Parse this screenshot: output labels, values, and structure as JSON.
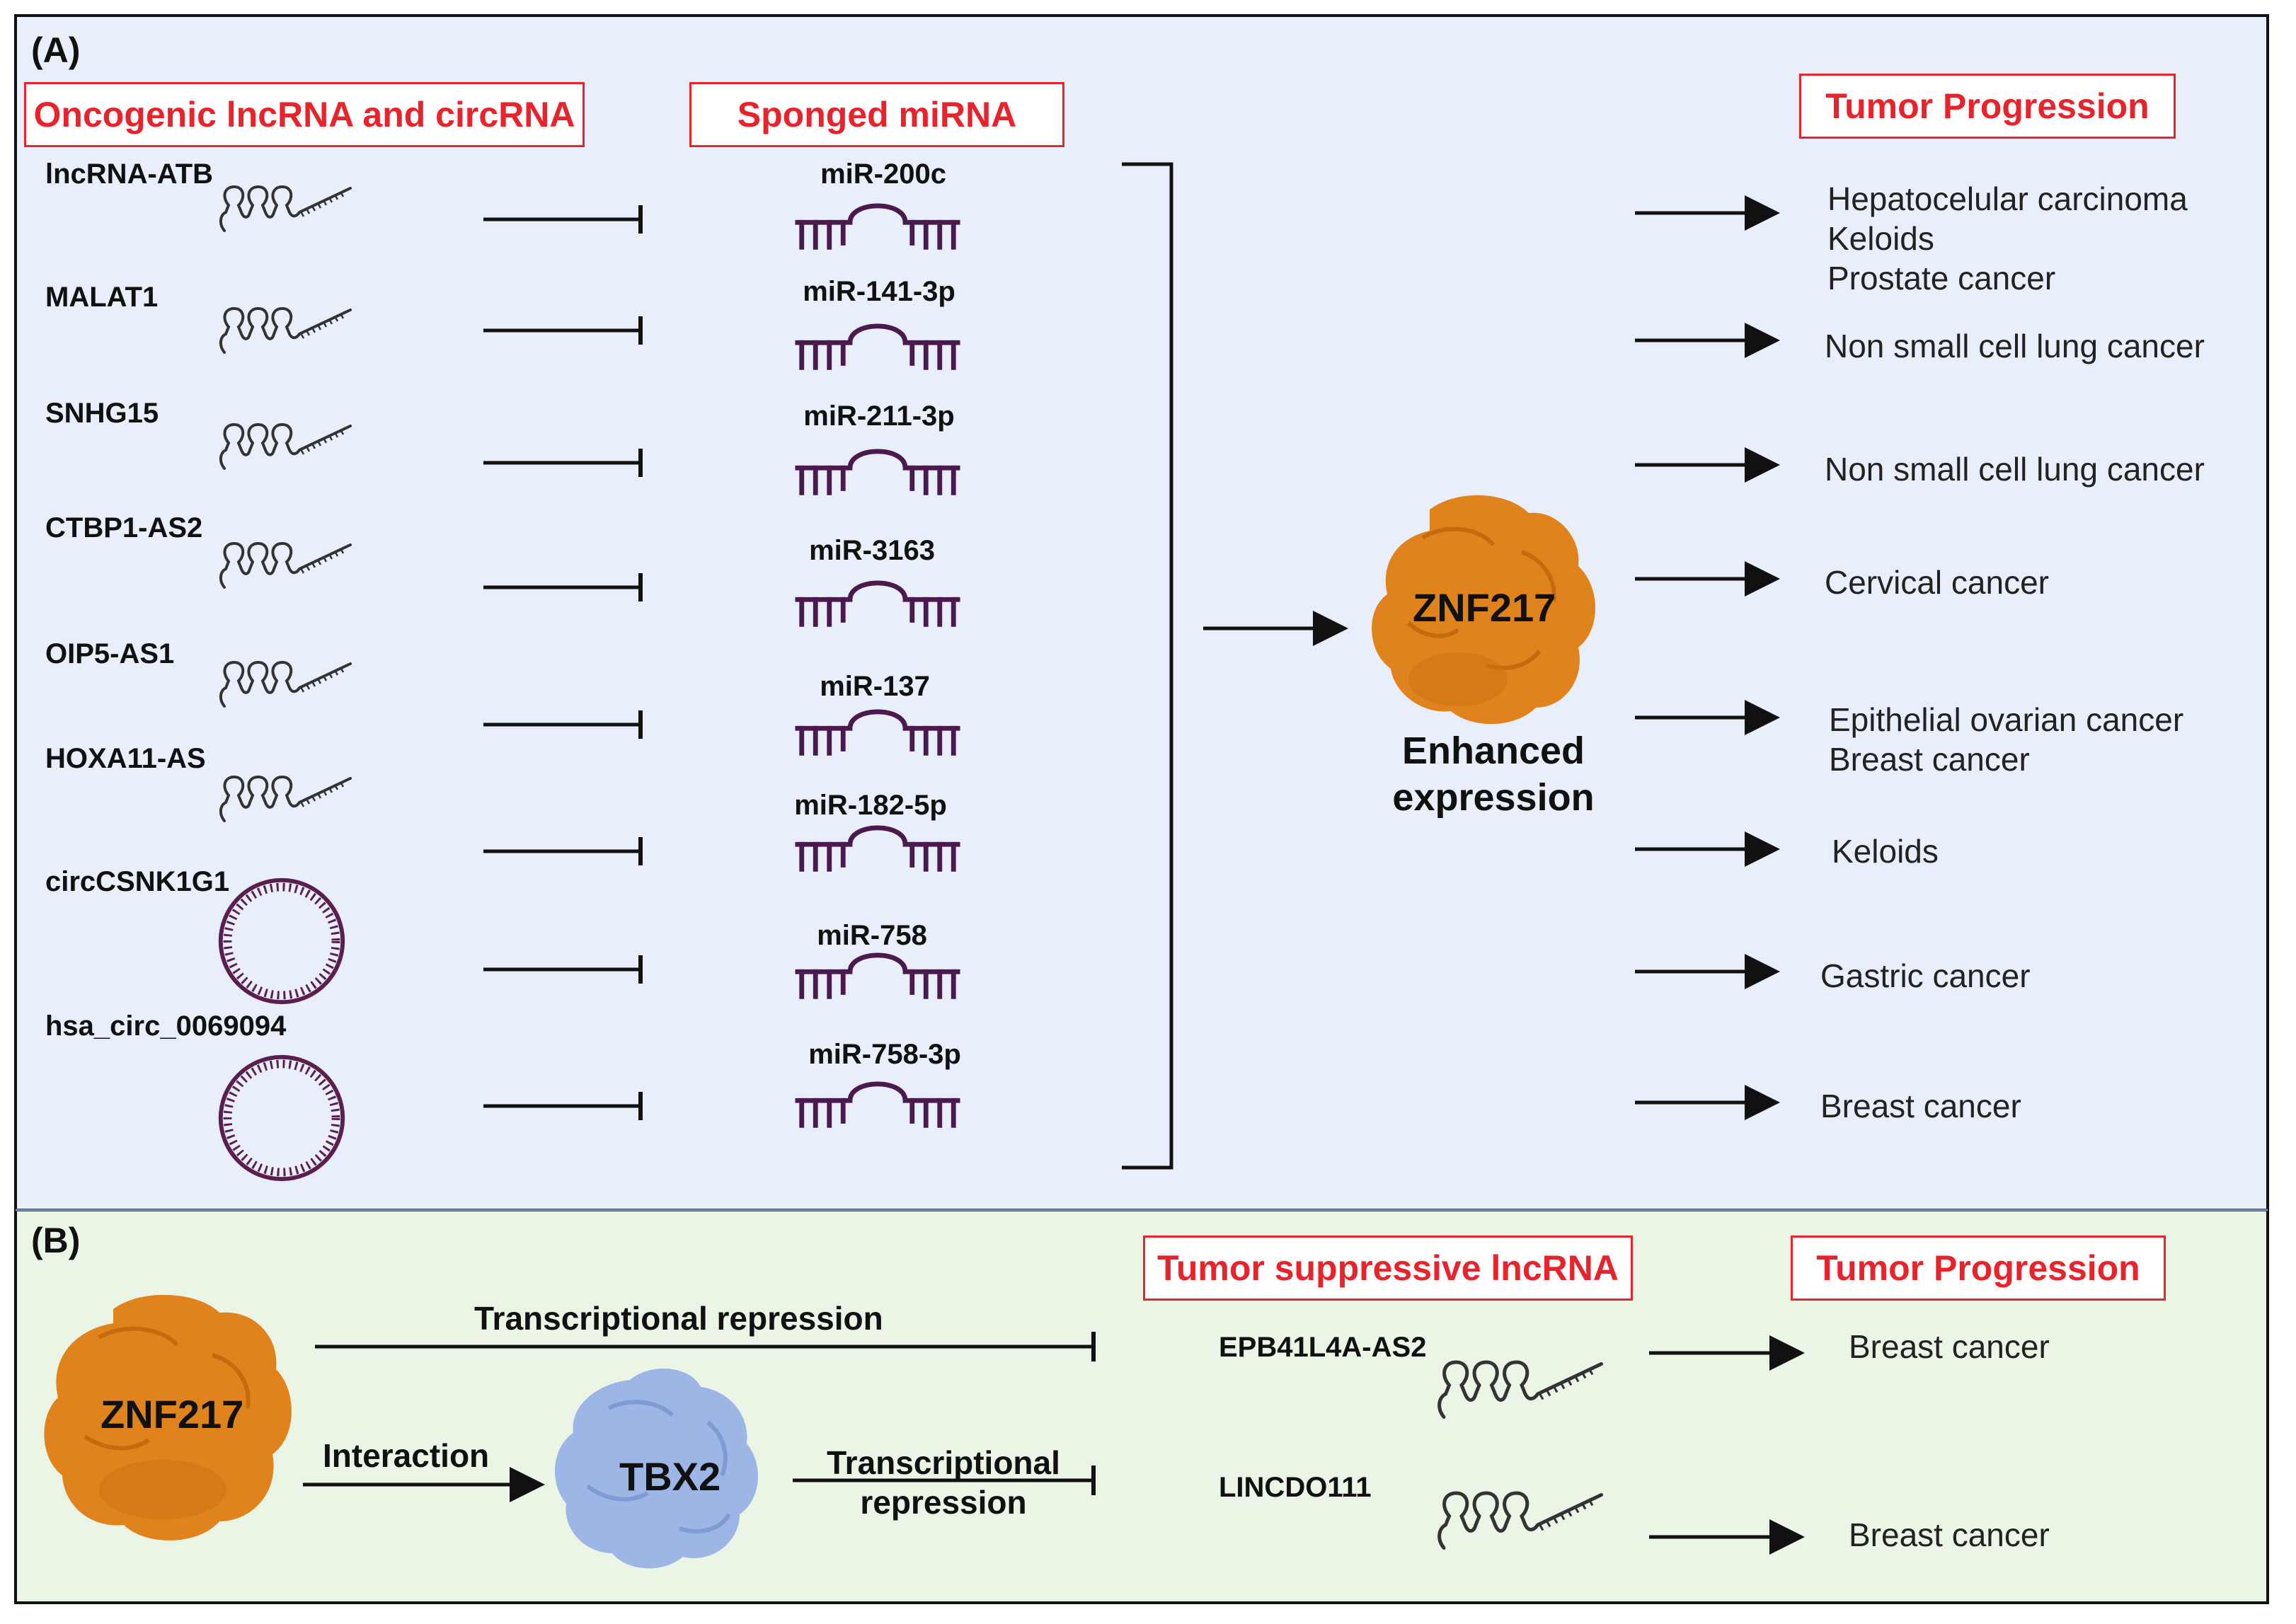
{
  "panel_a": {
    "label": "(A)",
    "header_lncrna": "Oncogenic lncRNA and circRNA",
    "header_mirna": "Sponged miRNA",
    "header_progression": "Tumor Progression",
    "rnas": [
      {
        "name": "lncRNA-ATB",
        "type": "lncRNA"
      },
      {
        "name": "MALAT1",
        "type": "lncRNA"
      },
      {
        "name": "SNHG15",
        "type": "lncRNA"
      },
      {
        "name": "CTBP1-AS2",
        "type": "lncRNA"
      },
      {
        "name": "OIP5-AS1",
        "type": "lncRNA"
      },
      {
        "name": "HOXA11-AS",
        "type": "lncRNA"
      },
      {
        "name": "circCSNK1G1",
        "type": "circRNA"
      },
      {
        "name": "hsa_circ_0069094",
        "type": "circRNA"
      }
    ],
    "mirnas": [
      "miR-200c",
      "miR-141-3p",
      "miR-211-3p",
      "miR-3163",
      "miR-137",
      "miR-182-5p",
      "miR-758",
      "miR-758-3p"
    ],
    "target": "ZNF217",
    "target_note_line1": "Enhanced",
    "target_note_line2": "expression",
    "outcomes": [
      [
        "Hepatocelular carcinoma",
        "Keloids",
        "Prostate cancer"
      ],
      [
        "Non small cell lung cancer"
      ],
      [
        "Non small cell lung cancer"
      ],
      [
        "Cervical cancer"
      ],
      [
        "Epithelial ovarian cancer",
        "Breast cancer"
      ],
      [
        "Keloids"
      ],
      [
        "Gastric cancer"
      ],
      [
        "Breast cancer"
      ]
    ]
  },
  "panel_b": {
    "label": "(B)",
    "header_lncrna": "Tumor suppressive lncRNA",
    "header_progression": "Tumor Progression",
    "protein1": "ZNF217",
    "protein2": "TBX2",
    "edge_top": "Transcriptional repression",
    "edge_interaction": "Interaction",
    "edge_tbx2_line1": "Transcriptional",
    "edge_tbx2_line2": "repression",
    "lncrnas": [
      "EPB41L4A-AS2",
      "LINCDO111"
    ],
    "outcomes": [
      "Breast cancer",
      "Breast cancer"
    ]
  },
  "colors": {
    "panel_a_bg": "#e9eefb",
    "panel_b_bg": "#eaf5e6",
    "header_red": "#e8232b",
    "mirna_purple": "#4a1a4e",
    "circrna_purple": "#5a1e4f",
    "znf217_orange": "#e0831c",
    "tbx2_blue": "#9db6e6"
  },
  "icons": {
    "lncrna": "lncrna-hairpin-icon",
    "circrna": "circrna-ring-icon",
    "mirna": "mirna-duplex-icon",
    "znf217": "znf217-protein-icon",
    "tbx2": "tbx2-protein-icon"
  }
}
